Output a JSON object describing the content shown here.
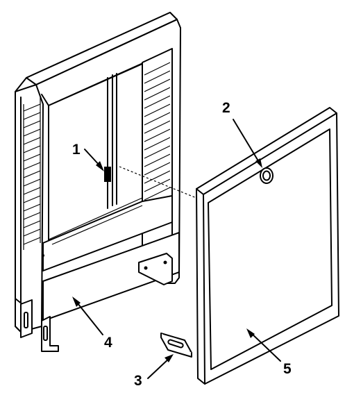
{
  "callouts": [
    {
      "id": "1",
      "label": "1"
    },
    {
      "id": "2",
      "label": "2"
    },
    {
      "id": "3",
      "label": "3"
    },
    {
      "id": "4",
      "label": "4"
    },
    {
      "id": "5",
      "label": "5"
    }
  ],
  "colors": {
    "stroke": "#000000",
    "background": "#ffffff"
  }
}
